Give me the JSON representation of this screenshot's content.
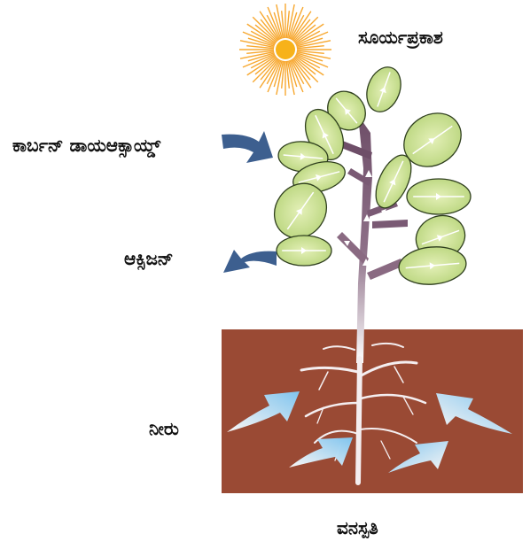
{
  "labels": {
    "sunlight": "ಸೂರ್ಯಪ್ರಕಾಶ",
    "carbon_dioxide": "ಕಾರ್ಬನ್ ಡಾಯಆಕ್ಸಾಯ್ಡ್",
    "oxygen": "ಆಕ್ಸಿಜನ್",
    "water": "ನೀರು",
    "plant": "ವನಸ್ಪತಿ"
  },
  "colors": {
    "soil": "#9a4a34",
    "leaf_fill": "#c4dd8a",
    "leaf_edge": "#2f3f1e",
    "stem": "#7a5870",
    "root": "#f4eef0",
    "gas_arrow": "#3d5f8f",
    "water_arrow": "#8fcbef",
    "sun_core": "#f7b21a",
    "sun_rays": "#f7a830"
  },
  "icons": {
    "sun": "sun-icon",
    "co2_arrow": "arrow-in-icon",
    "o2_arrow": "arrow-out-icon",
    "water_arrows": "arrow-up-icon"
  }
}
